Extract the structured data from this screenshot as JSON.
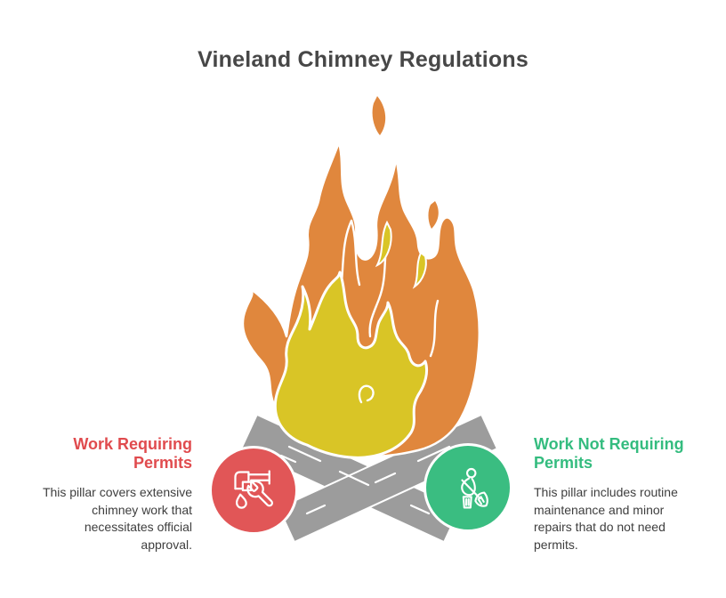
{
  "title": "Vineland Chimney Regulations",
  "left": {
    "heading": "Work Requiring\nPermits",
    "description": "This pillar covers extensive\nchimney work that\nnecessitates official\napproval.",
    "icon": "pipe-wrench-repair"
  },
  "right": {
    "heading": "Work Not Requiring\nPermits",
    "description": "This pillar includes routine\nmaintenance and minor\nrepairs that do not need\npermits.",
    "icon": "person-sweeping"
  },
  "illustration": "campfire-with-crossed-logs",
  "colors": {
    "background": "#FFFFFF",
    "title": "#474747",
    "body_text": "#3E3E3E",
    "red_heading": "#E04B4E",
    "red_circle": "#E15657",
    "green_heading": "#34BC7F",
    "green_circle": "#3ABD81",
    "flame_orange": "#E0873D",
    "flame_yellow": "#D9C526",
    "log_gray": "#9C9C9C",
    "icon_stroke": "#FFFFFF"
  }
}
